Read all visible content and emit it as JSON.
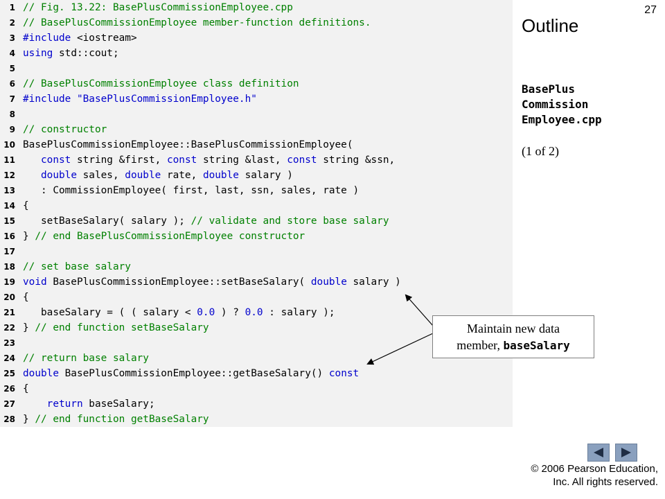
{
  "slide": {
    "number": "27",
    "outline_title": "Outline",
    "file_name_lines": [
      "BasePlus",
      "Commission",
      "Employee.cpp"
    ],
    "page_indicator": "(1 of 2)",
    "callout": {
      "line1": "Maintain new data",
      "line2_prefix": "member, ",
      "line2_code": "baseSalary"
    },
    "copyright_line1": "© 2006 Pearson Education,",
    "copyright_line2": "Inc.  All rights reserved.",
    "nav": {
      "prev_icon": "left-triangle-icon",
      "next_icon": "right-triangle-icon"
    }
  },
  "code_lines": [
    {
      "n": "1",
      "tokens": [
        [
          "c",
          "// Fig. 13.22: BasePlusCommissionEmployee.cpp"
        ]
      ]
    },
    {
      "n": "2",
      "tokens": [
        [
          "c",
          "// BasePlusCommissionEmployee member-function definitions."
        ]
      ]
    },
    {
      "n": "3",
      "tokens": [
        [
          "p",
          "#include"
        ],
        [
          "t",
          " <iostream>"
        ]
      ]
    },
    {
      "n": "4",
      "tokens": [
        [
          "k",
          "using"
        ],
        [
          "t",
          " std::cout;"
        ]
      ]
    },
    {
      "n": "5",
      "tokens": []
    },
    {
      "n": "6",
      "tokens": [
        [
          "c",
          "// BasePlusCommissionEmployee class definition"
        ]
      ]
    },
    {
      "n": "7",
      "tokens": [
        [
          "p",
          "#include"
        ],
        [
          "t",
          " "
        ],
        [
          "s",
          "\"BasePlusCommissionEmployee.h\""
        ]
      ]
    },
    {
      "n": "8",
      "tokens": []
    },
    {
      "n": "9",
      "tokens": [
        [
          "c",
          "// constructor"
        ]
      ]
    },
    {
      "n": "10",
      "tokens": [
        [
          "t",
          "BasePlusCommissionEmployee::BasePlusCommissionEmployee("
        ]
      ]
    },
    {
      "n": "11",
      "tokens": [
        [
          "t",
          "   "
        ],
        [
          "k",
          "const"
        ],
        [
          "t",
          " string &first, "
        ],
        [
          "k",
          "const"
        ],
        [
          "t",
          " string &last, "
        ],
        [
          "k",
          "const"
        ],
        [
          "t",
          " string &ssn,"
        ]
      ]
    },
    {
      "n": "12",
      "tokens": [
        [
          "t",
          "   "
        ],
        [
          "k",
          "double"
        ],
        [
          "t",
          " sales, "
        ],
        [
          "k",
          "double"
        ],
        [
          "t",
          " rate, "
        ],
        [
          "k",
          "double"
        ],
        [
          "t",
          " salary )"
        ]
      ]
    },
    {
      "n": "13",
      "tokens": [
        [
          "t",
          "   : CommissionEmployee( first, last, ssn, sales, rate )"
        ]
      ]
    },
    {
      "n": "14",
      "tokens": [
        [
          "t",
          "{"
        ]
      ]
    },
    {
      "n": "15",
      "tokens": [
        [
          "t",
          "   setBaseSalary( salary ); "
        ],
        [
          "c",
          "// validate and store base salary"
        ]
      ]
    },
    {
      "n": "16",
      "tokens": [
        [
          "t",
          "} "
        ],
        [
          "c",
          "// end BasePlusCommissionEmployee constructor"
        ]
      ]
    },
    {
      "n": "17",
      "tokens": []
    },
    {
      "n": "18",
      "tokens": [
        [
          "c",
          "// set base salary"
        ]
      ]
    },
    {
      "n": "19",
      "tokens": [
        [
          "k",
          "void"
        ],
        [
          "t",
          " BasePlusCommissionEmployee::setBaseSalary( "
        ],
        [
          "k",
          "double"
        ],
        [
          "t",
          " salary )"
        ]
      ]
    },
    {
      "n": "20",
      "tokens": [
        [
          "t",
          "{"
        ]
      ]
    },
    {
      "n": "21",
      "tokens": [
        [
          "t",
          "   baseSalary = ( ( salary < "
        ],
        [
          "n",
          "0.0"
        ],
        [
          "t",
          " ) ? "
        ],
        [
          "n",
          "0.0"
        ],
        [
          "t",
          " : salary );"
        ]
      ]
    },
    {
      "n": "22",
      "tokens": [
        [
          "t",
          "} "
        ],
        [
          "c",
          "// end function setBaseSalary"
        ]
      ]
    },
    {
      "n": "23",
      "tokens": []
    },
    {
      "n": "24",
      "tokens": [
        [
          "c",
          "// return base salary"
        ]
      ]
    },
    {
      "n": "25",
      "tokens": [
        [
          "k",
          "double"
        ],
        [
          "t",
          " BasePlusCommissionEmployee::getBaseSalary() "
        ],
        [
          "k",
          "const"
        ]
      ]
    },
    {
      "n": "26",
      "tokens": [
        [
          "t",
          "{"
        ]
      ]
    },
    {
      "n": "27",
      "tokens": [
        [
          "t",
          "    "
        ],
        [
          "k",
          "return"
        ],
        [
          "t",
          " baseSalary;"
        ]
      ]
    },
    {
      "n": "28",
      "tokens": [
        [
          "t",
          "} "
        ],
        [
          "c",
          "// end function getBaseSalary"
        ]
      ]
    }
  ]
}
